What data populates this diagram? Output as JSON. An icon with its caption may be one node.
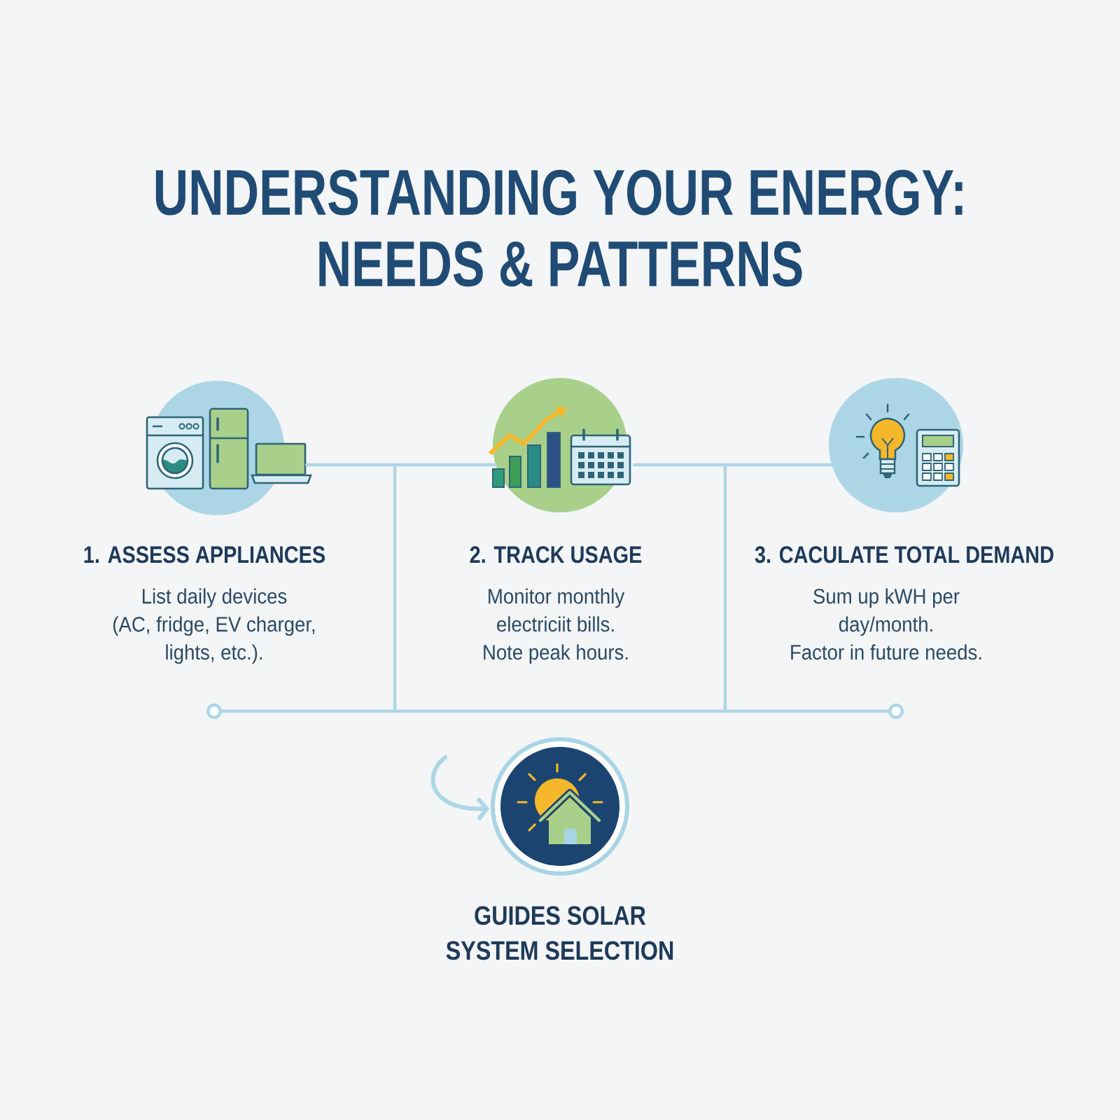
{
  "diagram": {
    "title": "UNDERSTANDING YOUR ENERGY: NEEDS & PATTERNS",
    "nodes": [
      {
        "text": [
          "1. ASSESS APPLIANCES",
          "List daily devices (AC, fridge, EV charger, lights, etc.)."
        ]
      },
      {
        "text": [
          "2. TRACK USAGE",
          "Monitor monthly electriciit bills. Note peak hours."
        ]
      },
      {
        "text": [
          "3. CACULATE TOTAL DEMAND",
          "Sum up kWH per day/month. Factor in future needs."
        ]
      },
      {
        "text": [
          "GUIDES SOLAR SYSTEM SELECTION"
        ]
      }
    ],
    "edges": [
      {
        "from": 0,
        "to": 1,
        "arrow": "none"
      },
      {
        "from": 1,
        "to": 2,
        "arrow": "none"
      },
      {
        "from": null,
        "to": 3,
        "arrow": "to"
      }
    ]
  }
}
